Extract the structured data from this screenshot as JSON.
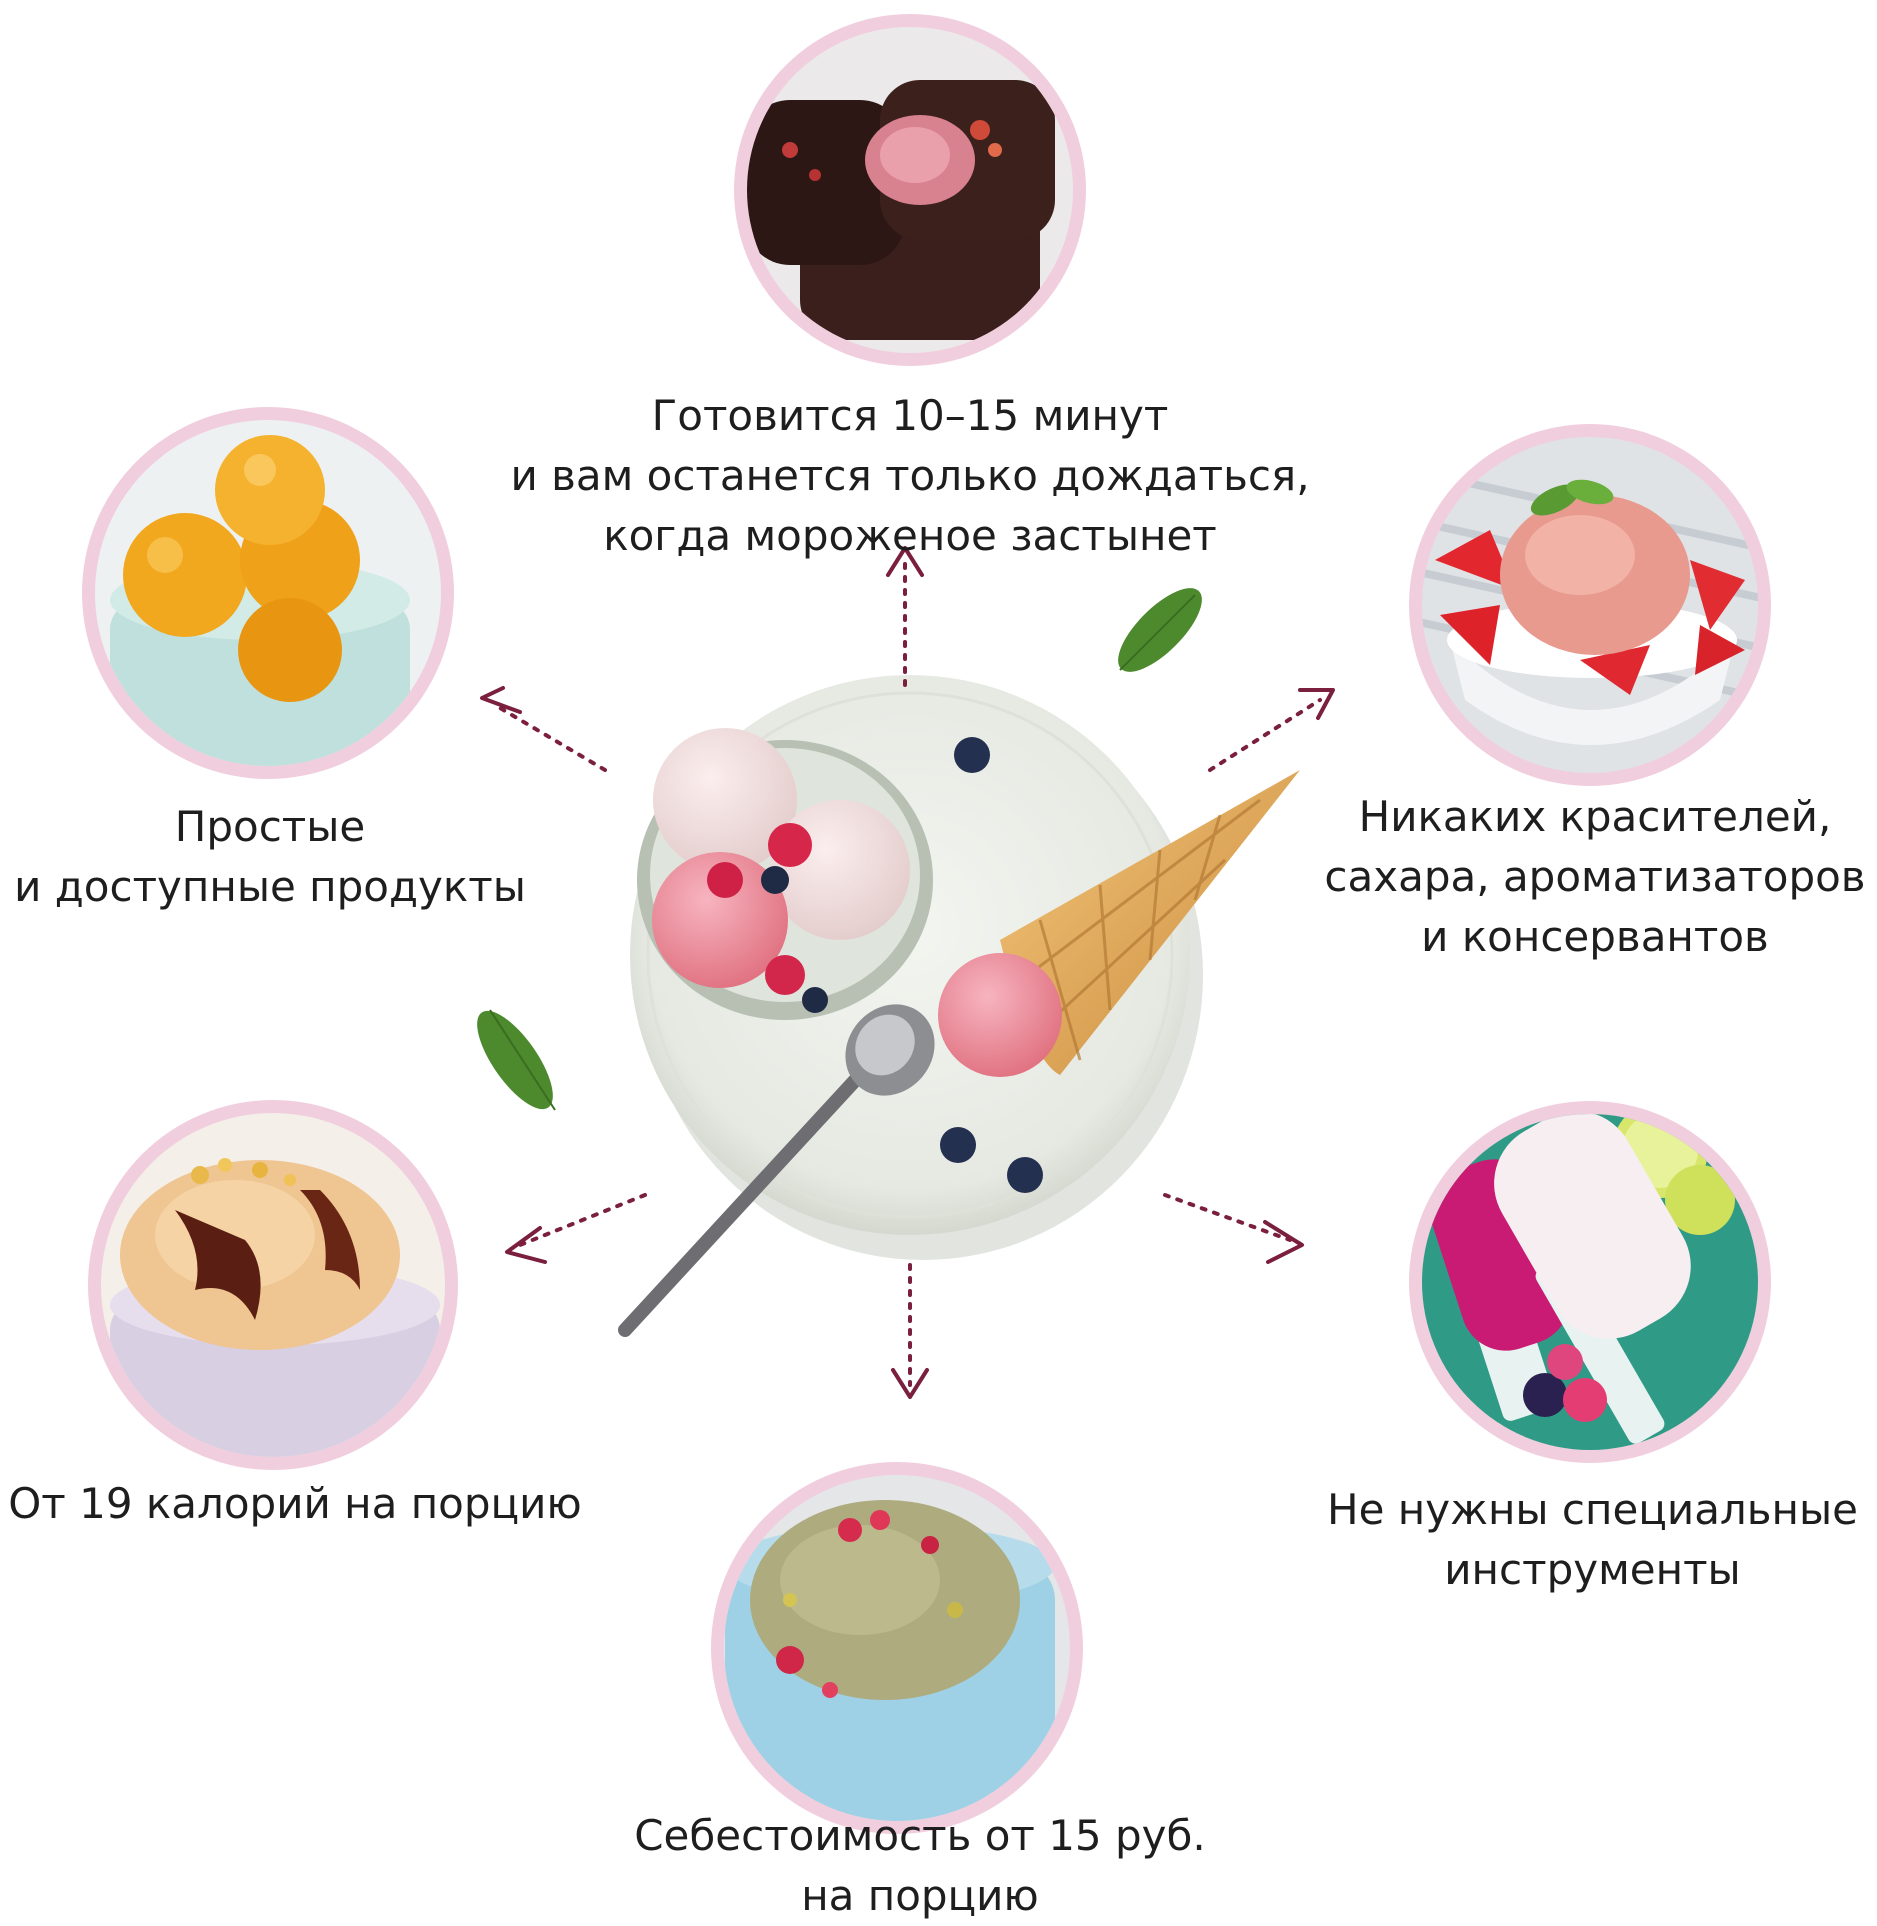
{
  "colors": {
    "ring": "#f1cedd",
    "arrow": "#7a1f3d",
    "text": "#1e1e1e",
    "plate": "#e9ece6"
  },
  "center": {
    "image": "ice-cream-plate-with-cone-and-bowl",
    "items": [
      "plate",
      "bowl-with-scoops",
      "waffle-cone",
      "spoon",
      "blueberries",
      "mint-leaves"
    ]
  },
  "features": [
    {
      "id": "time",
      "image": "chocolate-glazed-ice-cream-bars",
      "lines": [
        "Готовится 10–15 минут",
        "и вам останется только дождаться,",
        "когда мороженое застынет"
      ]
    },
    {
      "id": "products",
      "image": "mango-sorbet-scoops-in-bowl",
      "lines": [
        "Простые",
        "и доступные продукты"
      ]
    },
    {
      "id": "natural",
      "image": "strawberry-ice-cream-with-mint",
      "lines": [
        "Никаких красителей,",
        "сахара, ароматизаторов",
        "и консервантов"
      ]
    },
    {
      "id": "calories",
      "image": "caramel-ice-cream-in-ramekin",
      "lines": [
        "От 19 калорий на порцию"
      ]
    },
    {
      "id": "tools",
      "image": "fruit-popsicles-with-berries",
      "lines": [
        "Не нужны специальные",
        "инструменты"
      ]
    },
    {
      "id": "cost",
      "image": "pistachio-ice-cream-with-raspberries",
      "lines": [
        "Себестоимость от 15 руб.",
        "на порцию"
      ]
    }
  ]
}
